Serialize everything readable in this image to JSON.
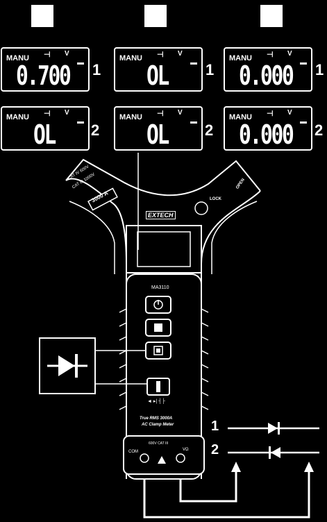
{
  "columns": [
    "",
    "",
    ""
  ],
  "lcd": {
    "mode_label": "MANU",
    "unit_label": "V",
    "row1": [
      "0.700",
      "OL",
      "0.000"
    ],
    "row2": [
      "OL",
      "OL",
      "0.000"
    ]
  },
  "row_labels": [
    "1",
    "2"
  ],
  "meter": {
    "brand": "EXTECH",
    "model": "MA3110",
    "range_label": "3000 A",
    "cat_label_1": "CAT IV 600V",
    "cat_label_2": "CAT III 1000V",
    "lock_label": "LOCK",
    "open_label": "OPEN",
    "title_1": "True RMS 3000A",
    "title_2": "AC Clamp Meter",
    "terminal_com": "COM",
    "terminal_v": "VΩ",
    "terminal_rating": "600V CAT III",
    "switch_symbols": "◄ ▸| ┤├"
  },
  "diode_labels": [
    "1",
    "2"
  ]
}
